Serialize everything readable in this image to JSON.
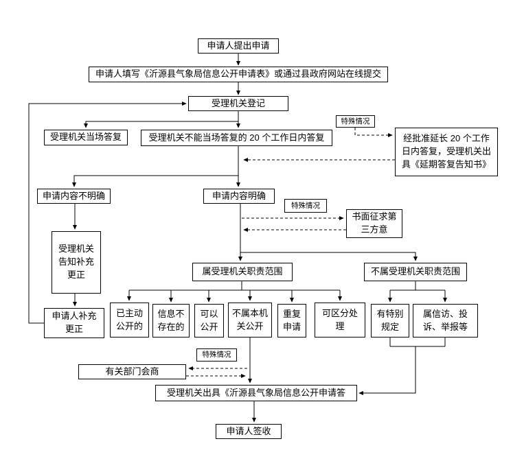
{
  "nodes": {
    "start": "申请人提出申请",
    "fill_form": "申请人填写《沂源县气象局信息公开申请表》或通过县政府网站在线提交",
    "register": "受理机关登记",
    "reply_onsite": "受理机关当场答复",
    "reply_20days": "受理机关不能当场答复的 20 个工作日内答复",
    "special_case_1": "特殊情况",
    "extend_reply": "经批准延长 20 个工作日内答复，受理机关出具《延期答复告知书》",
    "content_unclear": "申请内容不明确",
    "content_clear": "申请内容明确",
    "special_case_2": "特殊情况",
    "third_party": "书面征求第三方意",
    "notify_supplement": "受理机关告知补充更正",
    "in_scope": "属受理机关职责范围",
    "out_scope": "不属受理机关职责范围",
    "applicant_supplement": "申请人补充更正",
    "already_public": "已主动公开的",
    "info_not_exist": "信息不存在的",
    "can_public": "可以公开",
    "not_this_org": "不属本机关公开",
    "repeat_apply": "重复申请",
    "separable": "可区分处理",
    "special_rule": "有特别规定",
    "petition": "属信访、投诉、举报等",
    "special_case_3": "特殊情况",
    "consult": "有关部门会商",
    "issue_reply": "受理机关出具《沂源县气象局信息公开申请答",
    "sign": "申请人签收"
  }
}
